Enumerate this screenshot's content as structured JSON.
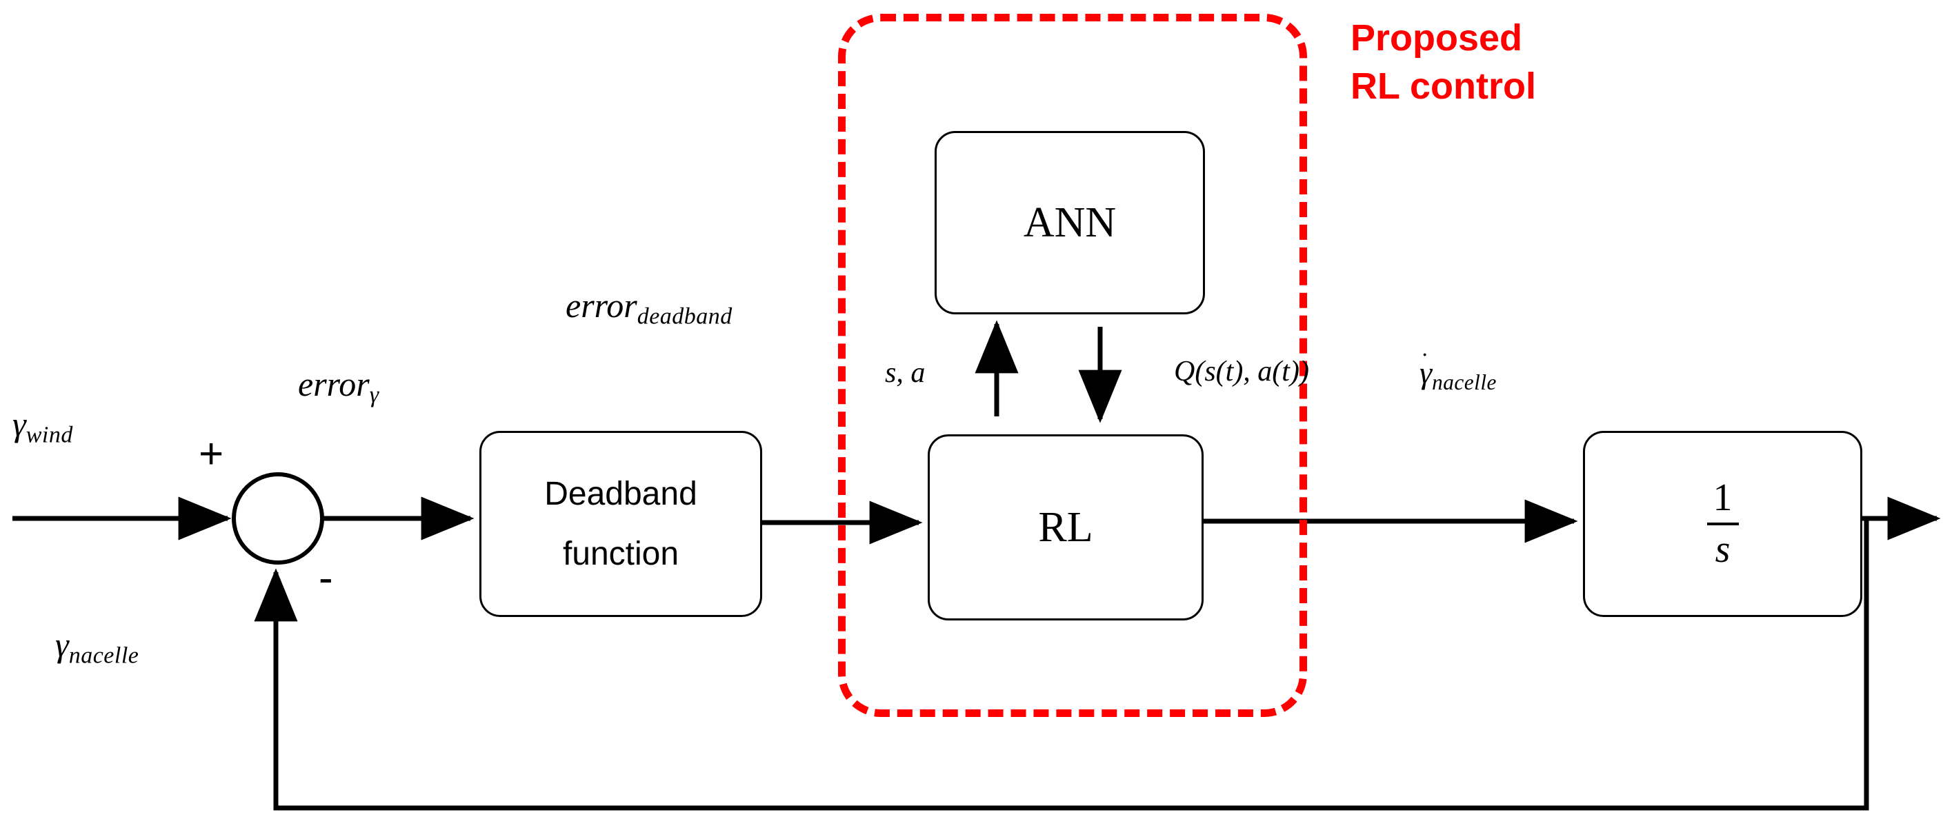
{
  "diagram": {
    "title": "Proposed RL control block diagram",
    "colors": {
      "line": "#000000",
      "highlight": "#ff0000",
      "background": "#ffffff"
    },
    "annotation": {
      "line1": "Proposed",
      "line2": "RL control"
    },
    "blocks": [
      {
        "id": "deadband",
        "line1": "Deadband",
        "line2": "function"
      },
      {
        "id": "ann",
        "label": "ANN"
      },
      {
        "id": "rl",
        "label": "RL"
      },
      {
        "id": "integrator",
        "numerator": "1",
        "denominator": "s"
      }
    ],
    "summing_junction": {
      "name": "summing-junction",
      "plus_sign": "+",
      "minus_sign": "-"
    },
    "signals": {
      "gamma_wind": {
        "base": "γ",
        "subscript": "wind"
      },
      "error_gamma": {
        "base": "error",
        "subscript": "γ"
      },
      "error_deadband": {
        "base": "error",
        "subscript": "deadband"
      },
      "state_action": {
        "text": "s, a"
      },
      "q_value": {
        "text": "Q(s(t), a(t))"
      },
      "gamma_dot_nacelle": {
        "base": "γ",
        "overdot": "˙",
        "subscript": "nacelle"
      },
      "gamma_nacelle": {
        "base": "γ",
        "subscript": "nacelle"
      }
    }
  }
}
